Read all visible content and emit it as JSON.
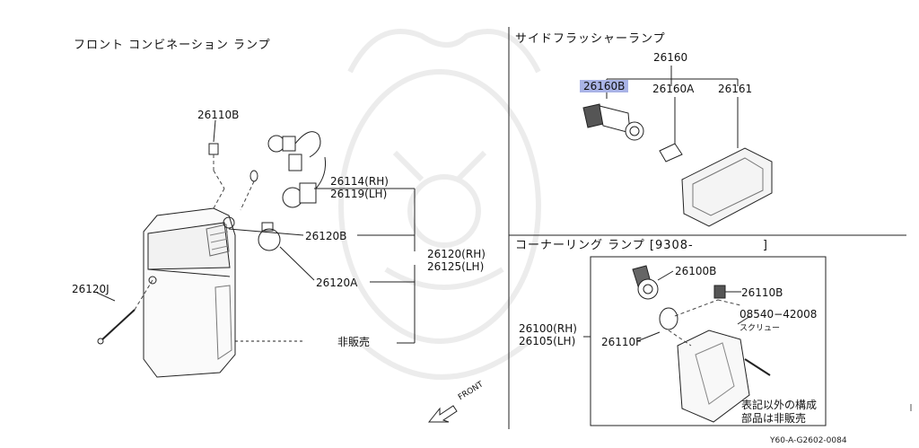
{
  "left_section": {
    "title": "フロント コンビネーション ランプ",
    "parts": {
      "p26110B": "26110B",
      "p26114": "26114(RH)",
      "p26119": "26119(LH)",
      "p26120B": "26120B",
      "p26120RH": "26120(RH)",
      "p26125LH": "26125(LH)",
      "p26120A": "26120A",
      "p26120J": "26120J",
      "not_for_sale": "非販売"
    },
    "front_label": "FRONT"
  },
  "side_flasher": {
    "title": "サイドフラッシャーランプ",
    "parts": {
      "p26160": "26160",
      "p26160B": "26160B",
      "p26160A": "26160A",
      "p26161": "26161"
    }
  },
  "corner_lamp": {
    "title": "コーナーリング ランプ [9308-",
    "title_end": "]",
    "parts": {
      "p26100B": "26100B",
      "p26110B": "26110B",
      "screw_code": "08540−42008",
      "screw_label": "スクリュー",
      "p26100RH": "26100(RH)",
      "p26105LH": "26105(LH)",
      "p26110F": "26110F",
      "note_line1": "表記以外の構成",
      "note_line2": "部品は非販売"
    }
  },
  "footer_code": "Y60-A-G2602-0084",
  "colors": {
    "highlight": "#a9b3e6"
  }
}
